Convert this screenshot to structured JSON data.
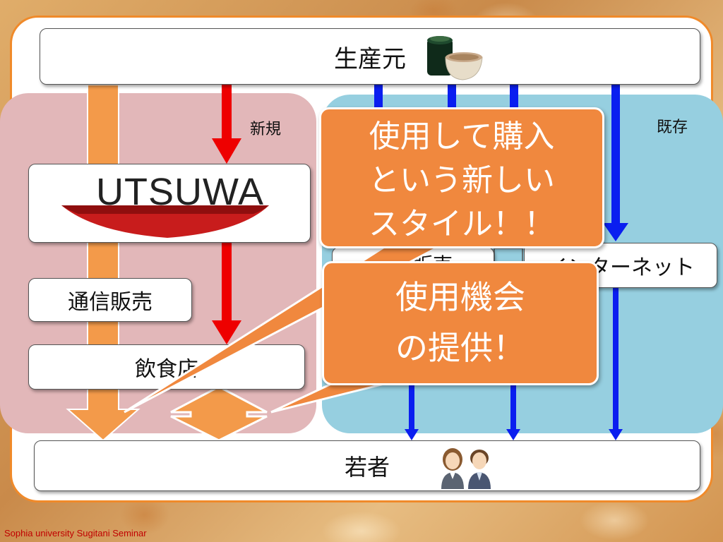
{
  "producer": {
    "label": "生産元",
    "icon": "tea-bowls-icon"
  },
  "youth": {
    "label": "若者",
    "icon": "two-people-icon"
  },
  "panels": {
    "new_label": "新規",
    "existing_label": "既存"
  },
  "utsuwa": {
    "logo_text": "UTSUWA"
  },
  "channels": {
    "mail_order": "通信販売",
    "restaurant": "飲食店",
    "store": "店舗販売",
    "internet": "インターネット"
  },
  "callouts": {
    "first": [
      "使用して購入",
      "という新しい",
      "スタイル！！"
    ],
    "second": [
      "使用機会",
      "の提供！"
    ]
  },
  "footer": {
    "text": "Sophia university Sugitani Seminar"
  },
  "colors": {
    "frame_border": "#f08a2a",
    "new_panel": "#e2b7b9",
    "existing_panel": "#96cfe0",
    "callout": "#f0883e",
    "red_arrow": "#ee0000",
    "blue_arrow": "#0a1ef0",
    "orange_arrow": "#f39a4a",
    "footer_text": "#c00000"
  }
}
